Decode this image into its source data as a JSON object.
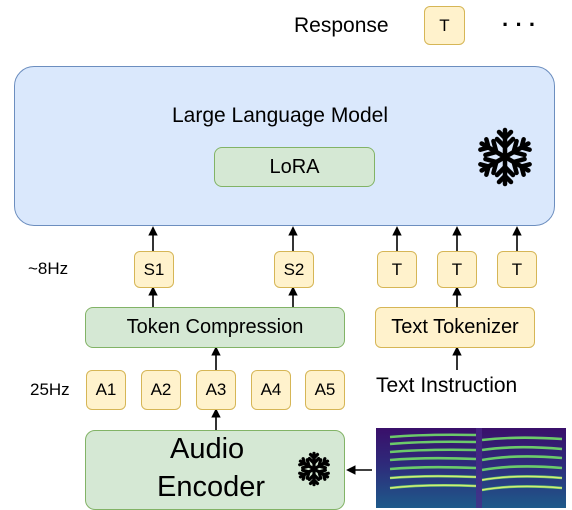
{
  "response": {
    "label": "Response",
    "token": "T",
    "ellipsis": "· · ·"
  },
  "llm": {
    "label": "Large Language Model",
    "lora": "LoRA",
    "frozen_icon": "snowflake-icon"
  },
  "rates": {
    "compressed": "~8Hz",
    "audio": "25Hz"
  },
  "speech_tokens": [
    "S1",
    "S2"
  ],
  "text_tokens": [
    "T",
    "T",
    "T"
  ],
  "compression": {
    "label": "Token Compression"
  },
  "tokenizer": {
    "label": "Text Tokenizer"
  },
  "instruction": {
    "label": "Text Instruction"
  },
  "audio_tokens": [
    "A1",
    "A2",
    "A3",
    "A4",
    "A5"
  ],
  "encoder": {
    "line1": "Audio",
    "line2": "Encoder",
    "frozen_icon": "snowflake-icon"
  },
  "spectrogram": {
    "icon": "spectrogram-image"
  },
  "colors": {
    "llm_fill": "#dae8fc",
    "llm_stroke": "#6c8ebf",
    "green_fill": "#d5e8d4",
    "green_stroke": "#82b366",
    "token_fill": "#fff2cc",
    "token_stroke": "#d6b656"
  }
}
